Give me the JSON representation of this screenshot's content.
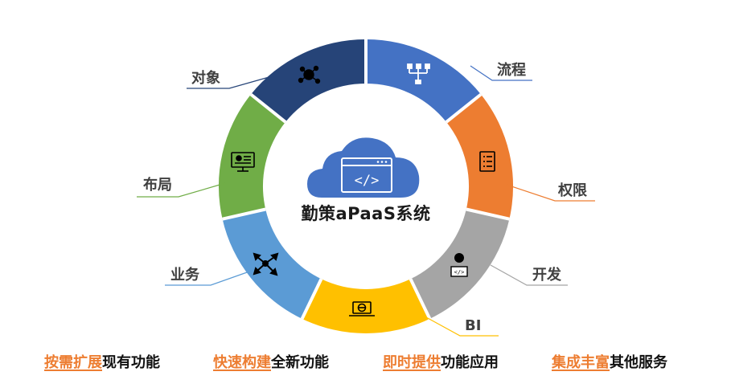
{
  "center": {
    "title": "勤策aPaaS系统"
  },
  "segments": [
    {
      "label": "流程",
      "color": "#4472c4",
      "icon": "flowchart-icon"
    },
    {
      "label": "权限",
      "color": "#ed7d31",
      "icon": "checklist-icon"
    },
    {
      "label": "开发",
      "color": "#a5a5a5",
      "icon": "developer-icon"
    },
    {
      "label": "BI",
      "color": "#ffc000",
      "icon": "laptop-globe-icon"
    },
    {
      "label": "业务",
      "color": "#5b9bd5",
      "icon": "network-arrows-icon"
    },
    {
      "label": "布局",
      "color": "#70ad47",
      "icon": "monitor-layout-icon"
    },
    {
      "label": "对象",
      "color": "#264478",
      "icon": "molecule-icon"
    }
  ],
  "taglines": [
    {
      "highlight": "按需扩展",
      "rest": "现有功能"
    },
    {
      "highlight": "快速构建",
      "rest": "全新功能"
    },
    {
      "highlight": "即时提供",
      "rest": "功能应用"
    },
    {
      "highlight": "集成丰富",
      "rest": "其他服务"
    }
  ]
}
